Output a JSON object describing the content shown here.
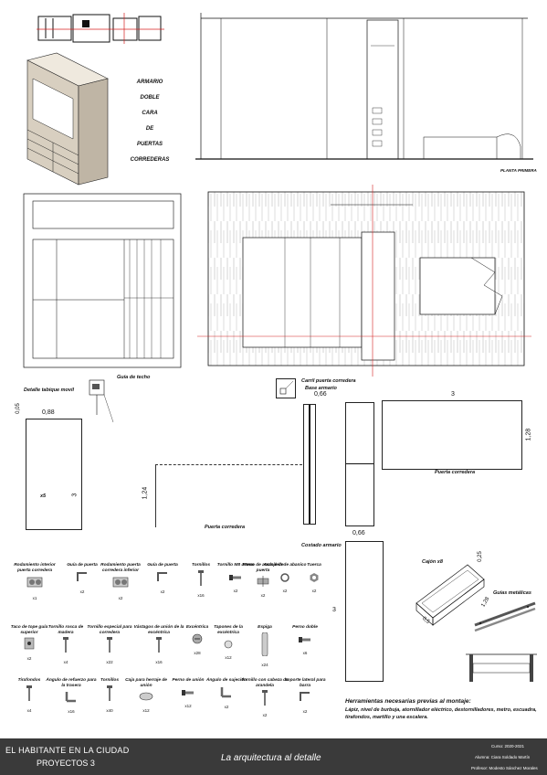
{
  "wardrobe_title_lines": [
    "ARMARIO",
    "DOBLE",
    "CARA",
    "DE",
    "PUERTAS",
    "CORREDERAS"
  ],
  "plan_label": "PLANTA PRIMERA",
  "details": {
    "guia_techo": "Guía de techo",
    "detalle_tabique": "Detalle tabique movil",
    "carril": "Carril puerta corredera",
    "base_armario": "Base armario",
    "puerta_corredera_1": "Puerta corredera",
    "puerta_corredera_2": "Puerta corredera",
    "costado_armario": "Costado armario",
    "cajon": "Cajón x8",
    "guias_metalicas": "Guías metálicas",
    "x5": "x5"
  },
  "dimensions": {
    "d005": "0,05",
    "d088": "0,88",
    "d3a": "3",
    "d124": "1,24",
    "d066a": "0,66",
    "d3b": "3",
    "d128a": "1,28",
    "d066b": "0,66",
    "d3c": "3",
    "d025": "0,25",
    "d128b": "1,28",
    "d05": "0,5"
  },
  "parts": [
    {
      "name": "Rodamiento interior puerta corredera",
      "qty": "x1",
      "icon": "roller-icon"
    },
    {
      "name": "Guía de puerta",
      "qty": "x2",
      "icon": "bracket-icon"
    },
    {
      "name": "Rodamiento puerta corredera inferior",
      "qty": "x2",
      "icon": "roller-icon"
    },
    {
      "name": "Guía de puerta",
      "qty": "x2",
      "icon": "bracket-icon"
    },
    {
      "name": "Tornillos",
      "qty": "x16",
      "icon": "screw-icon"
    },
    {
      "name": "Tornillo M8 45mm",
      "qty": "x2",
      "icon": "bolt-icon"
    },
    {
      "name": "Freno de anclaje de puerta",
      "qty": "x2",
      "icon": "brake-icon"
    },
    {
      "name": "Arandela de abanico",
      "qty": "x2",
      "icon": "washer-icon"
    },
    {
      "name": "Tuerca",
      "qty": "x2",
      "icon": "nut-icon"
    },
    {
      "name": "Taco de tope guía superior",
      "qty": "x2",
      "icon": "block-icon"
    },
    {
      "name": "Tornillo rosca de madera",
      "qty": "x4",
      "icon": "screw-icon"
    },
    {
      "name": "Tornillo especial para corredera",
      "qty": "x22",
      "icon": "screw-icon"
    },
    {
      "name": "Vástagos de unión de la excéntrica",
      "qty": "x16",
      "icon": "screw-icon"
    },
    {
      "name": "Excéntrica",
      "qty": "x28",
      "icon": "cam-icon"
    },
    {
      "name": "Tapones de la excéntrica",
      "qty": "x12",
      "icon": "cap-icon"
    },
    {
      "name": "Espiga",
      "qty": "x24",
      "icon": "dowel-icon"
    },
    {
      "name": "Perno doble",
      "qty": "x6",
      "icon": "bolt-icon"
    },
    {
      "name": "Tirafondos",
      "qty": "x4",
      "icon": "screw-icon"
    },
    {
      "name": "Ángulo de refuerzo para la trasera",
      "qty": "x16",
      "icon": "angle-icon"
    },
    {
      "name": "Tornillos",
      "qty": "x40",
      "icon": "screw-icon"
    },
    {
      "name": "Caja para herraje de unión",
      "qty": "x12",
      "icon": "box-icon"
    },
    {
      "name": "Perno de unión",
      "qty": "x12",
      "icon": "bolt-icon"
    },
    {
      "name": "Ángulo de sujeción",
      "qty": "x2",
      "icon": "angle-icon"
    },
    {
      "name": "Tornillo con cabeza de arandela",
      "qty": "x2",
      "icon": "screw-icon"
    },
    {
      "name": "Soporte lateral para barra",
      "qty": "x2",
      "icon": "bracket-icon"
    }
  ],
  "tools": {
    "title": "Herramientas necesarias previas al montaje:",
    "body": "Lápiz, nivel de burbuja, atornillador eléctrico, destornilladores, metro, escuadra, tirafondos, martillo y una escalera."
  },
  "footer": {
    "title": "EL HABITANTE EN LA CIUDAD",
    "subtitle": "PROYECTOS 3",
    "tagline": "La arquitectura al detalle",
    "curso": "Curso: 2020-2021",
    "alumna": "Alumna: Ciara Soldado Martín",
    "profesor": "Profesor: Modesto Sánchez Morales"
  },
  "colors": {
    "accent_red": "#d62020",
    "footer_bg": "#3a3a3a",
    "wood": "#d8cfc0"
  }
}
